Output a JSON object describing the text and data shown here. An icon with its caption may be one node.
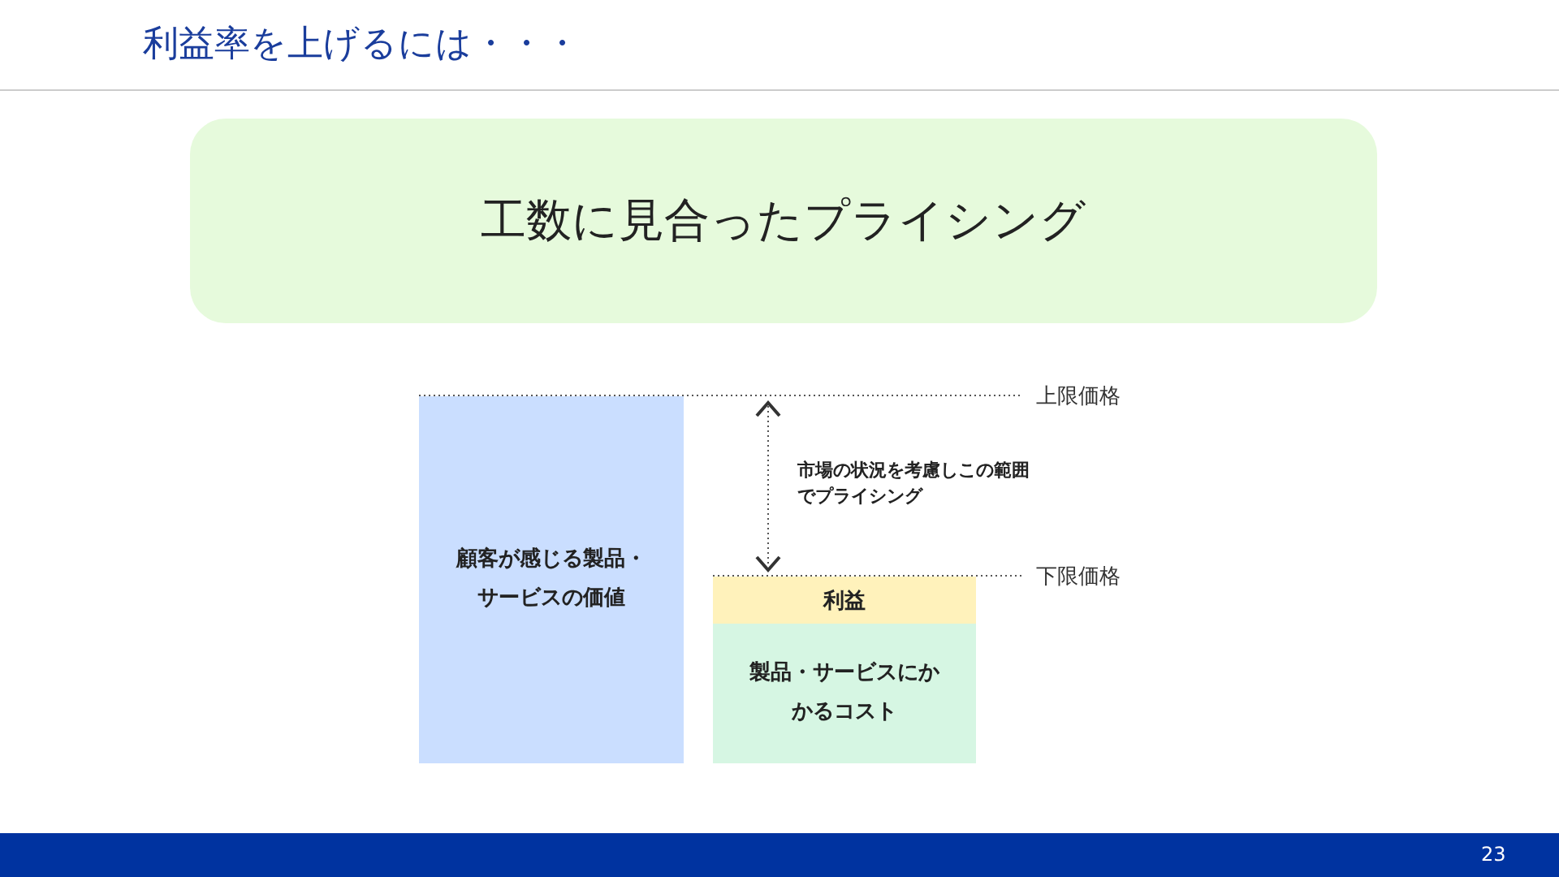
{
  "diagram": {
    "title": "利益率を上げるには・・・",
    "nodes": [
      {
        "text": [
          "工数に見合ったプライシング"
        ]
      },
      {
        "text": [
          "顧客が感じる製品・サービスの価値"
        ]
      },
      {
        "text": [
          "利益"
        ]
      },
      {
        "text": [
          "製品・サービスにかかるコスト"
        ]
      }
    ],
    "labels": [
      "上限価格",
      "市場の状況を考慮しこの範囲でプライシング",
      "下限価格",
      "23"
    ]
  }
}
